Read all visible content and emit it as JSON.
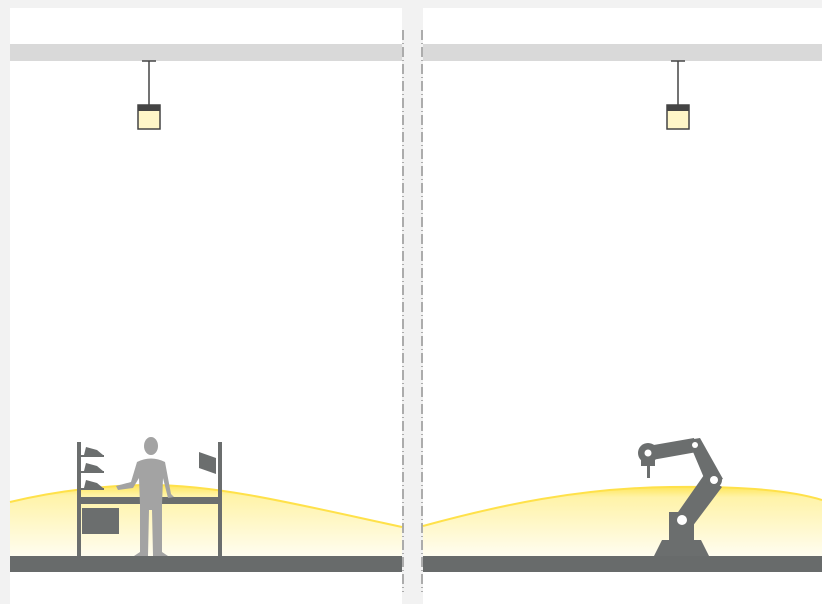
{
  "colors": {
    "background": "#f2f2f2",
    "panel": "#ffffff",
    "ceiling": "#d9d9d9",
    "floor": "#686b6b",
    "light_yellow": "#ffe65a",
    "light_fade": "#fffdf0",
    "figure": "#a3a3a3",
    "equipment": "#6b6e6e",
    "luminaire_body": "#444444",
    "luminaire_glow": "#fff6c8",
    "divider": "#666666"
  },
  "panels": [
    {
      "id": "left",
      "scene": "manual-workstation",
      "icons": [
        "luminaire-icon",
        "worker-icon",
        "shelf-icon",
        "workbench-icon"
      ]
    },
    {
      "id": "right",
      "scene": "robot-cell",
      "icons": [
        "luminaire-icon",
        "robot-arm-icon"
      ]
    }
  ]
}
